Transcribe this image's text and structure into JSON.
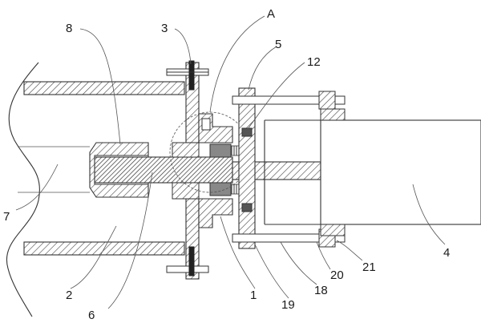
{
  "diagram": {
    "callouts": [
      {
        "id": "c8",
        "text": "8"
      },
      {
        "id": "c3",
        "text": "3"
      },
      {
        "id": "cA",
        "text": "A"
      },
      {
        "id": "c5",
        "text": "5"
      },
      {
        "id": "c12",
        "text": "12"
      },
      {
        "id": "c7",
        "text": "7"
      },
      {
        "id": "c4",
        "text": "4"
      },
      {
        "id": "c2",
        "text": "2"
      },
      {
        "id": "c6",
        "text": "6"
      },
      {
        "id": "c1",
        "text": "1"
      },
      {
        "id": "c19",
        "text": "19"
      },
      {
        "id": "c18",
        "text": "18"
      },
      {
        "id": "c20",
        "text": "20"
      },
      {
        "id": "c21",
        "text": "21"
      }
    ]
  }
}
